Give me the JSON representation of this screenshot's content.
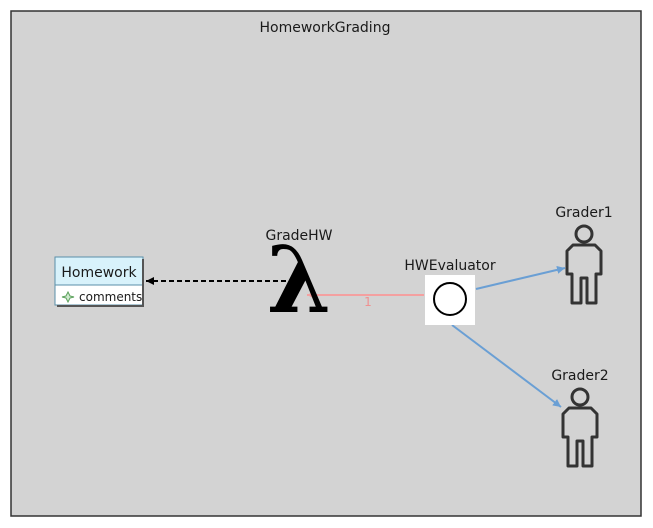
{
  "diagram": {
    "title": "HomeworkGrading",
    "class_node": {
      "name": "Homework",
      "attributes": [
        {
          "icon": "attribute-icon",
          "name": "comments"
        }
      ]
    },
    "function_node": {
      "name": "GradeHW",
      "symbol": "λ"
    },
    "evaluator_node": {
      "name": "HWEvaluator"
    },
    "actors": [
      {
        "name": "Grader1"
      },
      {
        "name": "Grader2"
      }
    ],
    "edges": [
      {
        "from": "GradeHW",
        "to": "Homework",
        "style": "dashed"
      },
      {
        "from": "HWEvaluator",
        "to": "GradeHW",
        "label": "1",
        "color": "#f4a0a0"
      },
      {
        "from": "HWEvaluator",
        "to": "Grader1",
        "color": "#6a9fd4"
      },
      {
        "from": "HWEvaluator",
        "to": "Grader2",
        "color": "#6a9fd4"
      }
    ],
    "colors": {
      "background": "#d3d3d3",
      "frame_border": "#333333",
      "class_header": "#d8f2fb",
      "class_border": "#5a8fa8",
      "flow_edge": "#f4a0a0",
      "actor_edge": "#6a9fd4"
    }
  }
}
